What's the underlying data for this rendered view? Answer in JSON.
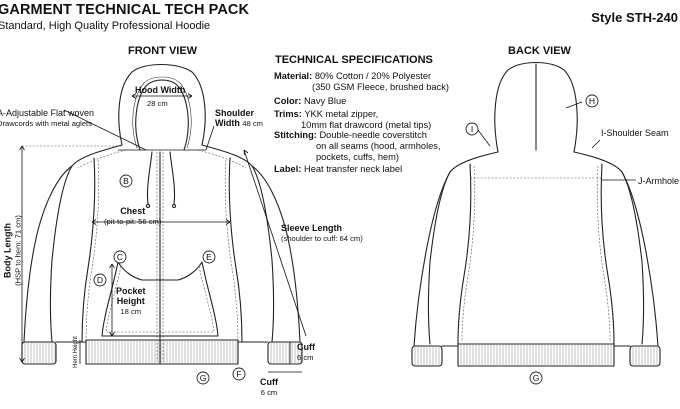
{
  "header": {
    "title": "GARMENT TECHNICAL TECH PACK",
    "subtitle": "Standard, High Quality Professional Hoodie",
    "style_number": "Style STH-240"
  },
  "front_view": {
    "title": "FRONT VIEW",
    "hood_width": {
      "label": "Hood Width",
      "value": "28 cm"
    },
    "drawcords": {
      "label": "A-Adjustable Flat woven",
      "detail": "Drawcords with metal aglets"
    },
    "shoulder_width": {
      "label": "Shoulder",
      "label2": "Width",
      "value": "48 cm"
    },
    "chest": {
      "label": "Chest",
      "detail": "(pit-to-pit: 56 cm)"
    },
    "sleeve_length": {
      "label": "Sleeve Length",
      "detail": "(shoulder to cuff: 64 cm)"
    },
    "body_length": {
      "label": "Body Length",
      "detail": "(HSP to hem: 71 cm)"
    },
    "pocket_height": {
      "label": "Pocket",
      "label2": "Height",
      "value": "18 cm"
    },
    "hem_height": {
      "label": "Hem Height"
    },
    "cuff_height": {
      "label": "Cuff",
      "value": "6 cm"
    },
    "cuff_width": {
      "label": "Cuff",
      "value": "6 cm"
    },
    "callouts": [
      "B",
      "C",
      "D",
      "E",
      "F",
      "G"
    ]
  },
  "specifications": {
    "title": "TECHNICAL SPECIFICATIONS",
    "material": {
      "key": "Material:",
      "value": "80% Cotton / 20% Polyester",
      "value2": "(350 GSM Fleece, brushed back)"
    },
    "color": {
      "key": "Color:",
      "value": "Navy Blue"
    },
    "trims": {
      "key": "Trims:",
      "value": "YKK metal zipper,",
      "value2": "10mm flat drawcord (metal tips)"
    },
    "stitching": {
      "key": "Stitching:",
      "value": "Double-needle coverstitch",
      "value2": "on all seams (hood, armholes,",
      "value3": "pockets, cuffs, hem)"
    },
    "label": {
      "key": "Label:",
      "value": "Heat transfer neck label"
    }
  },
  "back_view": {
    "title": "BACK VIEW",
    "shoulder_seam": "I-Shoulder Seam",
    "armhole": "J-Armhole",
    "callouts": [
      "H",
      "I",
      "G"
    ]
  }
}
